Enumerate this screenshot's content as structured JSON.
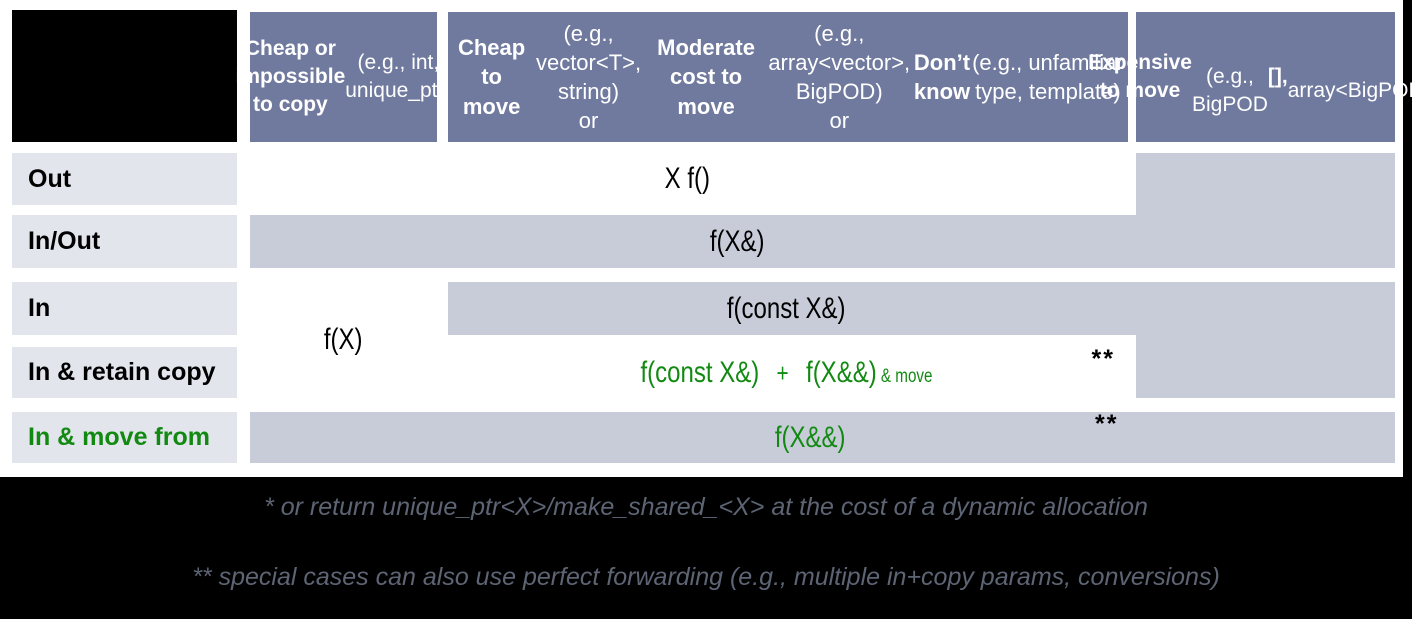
{
  "colors": {
    "header_bg": "#707a9e",
    "cell_bg": "#c8ccd9",
    "row_label_bg": "#e2e5ec",
    "green": "#128a12",
    "footnote_text": "#5d6474",
    "black": "#000000"
  },
  "header": {
    "col_cheap_copy": {
      "segments": [
        {
          "t": "Cheap or impossible to copy",
          "b": true
        },
        {
          "t": " (e.g., int, unique_ptr)",
          "b": false
        }
      ]
    },
    "col_cheap_move": {
      "segments": [
        {
          "t": "Cheap to move",
          "b": true
        },
        {
          "t": " (e.g., vector<T>, string)\nor ",
          "b": false
        },
        {
          "t": "Moderate cost to move",
          "b": true
        },
        {
          "t": " (e.g., array<vector>, BigPOD)\nor ",
          "b": false
        },
        {
          "t": "Don’t know",
          "b": true
        },
        {
          "t": " (e.g., unfamiliar type, template)",
          "b": false
        }
      ]
    },
    "col_expensive": {
      "segments": [
        {
          "t": "Expensive to move",
          "b": true
        },
        {
          "t": "\n(e.g., BigPOD",
          "b": false
        },
        {
          "t": "[],",
          "b": true
        },
        {
          "t": "\narray<BigPOD>)",
          "b": false
        }
      ]
    }
  },
  "rows": {
    "out": "Out",
    "inout": "In/Out",
    "in": "In",
    "retain": "In & retain copy",
    "move_from": "In & move from"
  },
  "cells": {
    "out": "X f()",
    "inout": "f(X&)",
    "in_cheap_copy": "f(X)",
    "in": "f(const X&)",
    "retain": {
      "segments": [
        {
          "t": "f(const X&)",
          "c": "g-big"
        },
        {
          "t": "   +   ",
          "c": "g-mid"
        },
        {
          "t": "f(X&&)",
          "c": "g-big"
        },
        {
          "t": " & move",
          "c": "g-small"
        }
      ],
      "marker": "**"
    },
    "move_from": {
      "text": "f(X&&)",
      "marker": "**"
    }
  },
  "footnotes": [
    "* or return unique_ptr<X>/make_shared_<X> at the cost of a dynamic allocation",
    "** special cases can also use perfect forwarding (e.g., multiple in+copy params, conversions)"
  ]
}
